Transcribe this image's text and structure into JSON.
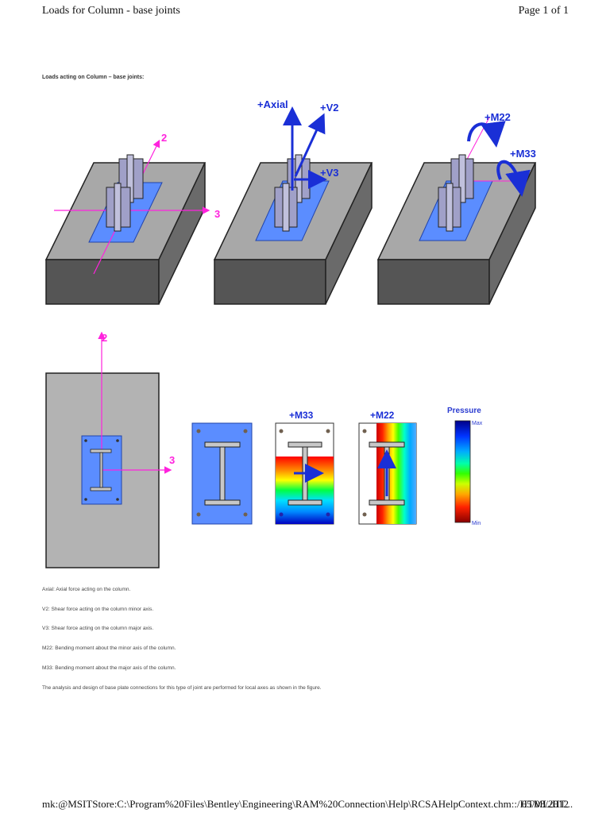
{
  "header": {
    "title": "Loads for Column - base joints",
    "page": "Page 1 of 1"
  },
  "section_title": "Loads acting on Column – base joints:",
  "figure": {
    "axis_labels": {
      "axis_2": "2",
      "axis_3": "3"
    },
    "load_labels": {
      "axial": "+Axial",
      "v2": "+V2",
      "v3": "+V3",
      "m22": "+M22",
      "m33": "+M33"
    },
    "pressure_legend": {
      "title": "Pressure",
      "max": "Max",
      "min": "Min"
    },
    "colors": {
      "concrete": "#a8a8a8",
      "plate": "#5b8dff",
      "column": "#a0a0c8",
      "load_arrows": "#1a2fd6",
      "axes": "#ff22dd"
    }
  },
  "descriptions": [
    "Axial: Axial force acting on the column.",
    "V2: Shear force acting on the column minor axis.",
    "V3: Shear force acting on the column major axis.",
    "M22: Bending moment about the minor axis of the column.",
    "M33: Bending moment about the major axis of the column.",
    "The analysis and design of base plate connections for this type of joint are performed for local axes as shown in the figure."
  ],
  "footer": {
    "path": "mk:@MSITStore:C:\\Program%20Files\\Bentley\\Engineering\\RAM%20Connection\\Help\\RCSAHelpContext.chm::/HTML/HT...",
    "date": "05/03/2012"
  }
}
